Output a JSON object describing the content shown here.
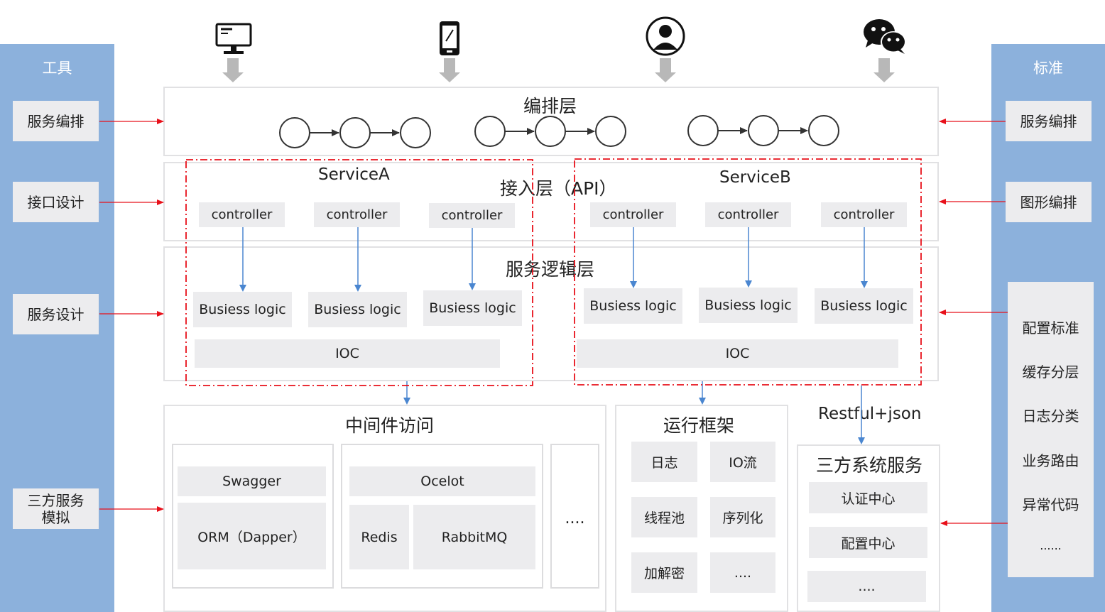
{
  "left_panel": {
    "title": "工具",
    "items": [
      "服务编排",
      "接口设计",
      "服务设计",
      "三方服务\n模拟"
    ]
  },
  "right_panel": {
    "title": "标准",
    "items": [
      "服务编排",
      "图形编排"
    ],
    "standards": [
      "配置标准",
      "缓存分层",
      "日志分类",
      "业务路由",
      "异常代码",
      "......"
    ]
  },
  "clients": [
    "desktop-icon",
    "mobile-icon",
    "user-icon",
    "wechat-icon"
  ],
  "orchestration_layer": {
    "title": "编排层"
  },
  "access_layer": {
    "title": "接入层（API）"
  },
  "logic_layer": {
    "title": "服务逻辑层"
  },
  "service_a": {
    "name": "ServiceA",
    "controllers": [
      "controller",
      "controller",
      "controller"
    ],
    "logic": [
      "Busiess logic",
      "Busiess logic",
      "Busiess logic"
    ],
    "ioc": "IOC"
  },
  "service_b": {
    "name": "ServiceB",
    "controllers": [
      "controller",
      "controller",
      "controller"
    ],
    "logic": [
      "Busiess logic",
      "Busiess logic",
      "Busiess logic"
    ],
    "ioc": "IOC"
  },
  "middleware": {
    "title": "中间件访问",
    "swagger": "Swagger",
    "orm": "ORM（Dapper）",
    "ocelot": "Ocelot",
    "redis": "Redis",
    "rabbitmq": "RabbitMQ",
    "more": "...."
  },
  "runtime": {
    "title": "运行框架",
    "items": [
      "日志",
      "IO流",
      "线程池",
      "序列化",
      "加解密",
      "...."
    ]
  },
  "third_party": {
    "title": "三方系统服务",
    "protocol": "Restful+json",
    "items": [
      "认证中心",
      "配置中心",
      "...."
    ]
  }
}
